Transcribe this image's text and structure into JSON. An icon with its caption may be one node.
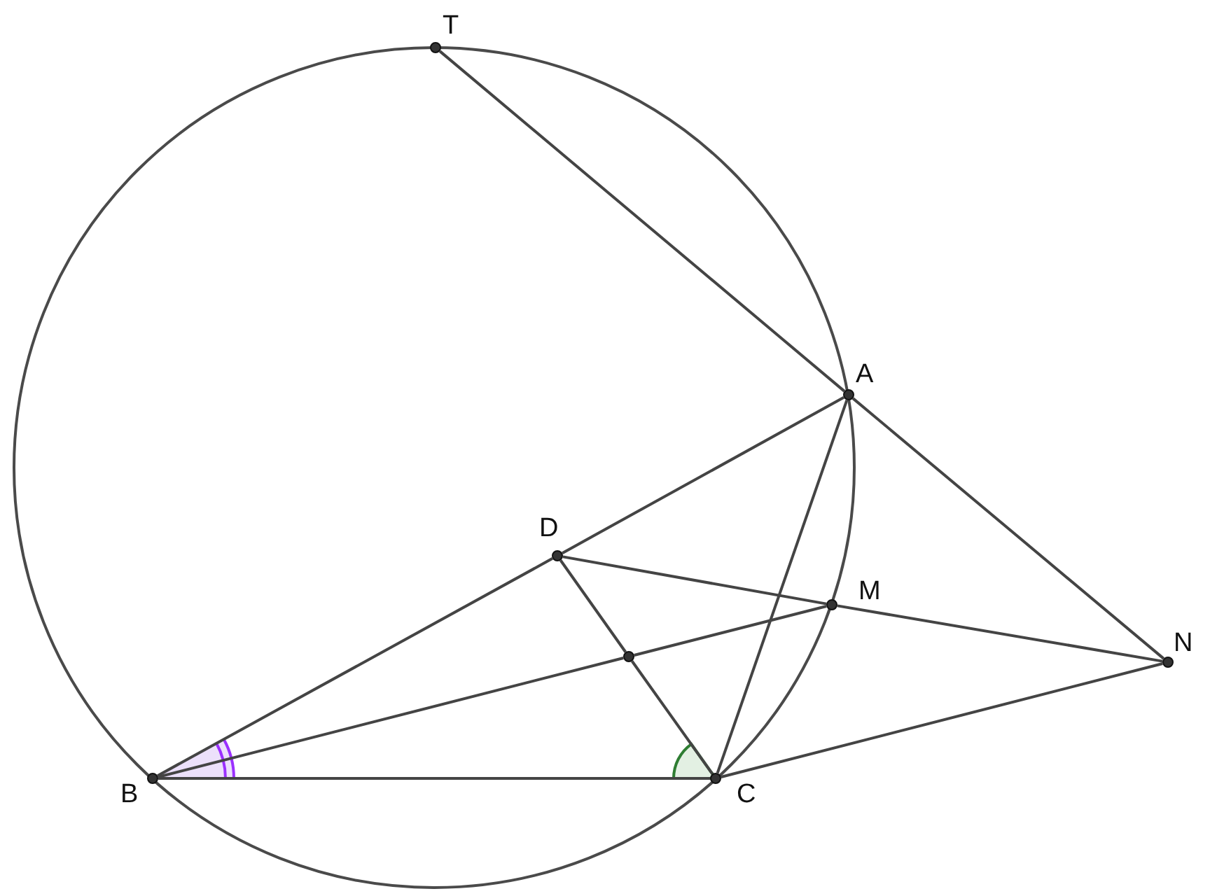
{
  "diagram": {
    "nodes": [
      {
        "text": [
          "T"
        ]
      },
      {
        "text": [
          "A"
        ]
      },
      {
        "text": [
          "D"
        ]
      },
      {
        "text": [
          "M"
        ]
      },
      {
        "text": [
          "N"
        ]
      },
      {
        "text": [],
        "shape": "circle"
      },
      {
        "text": [
          "B"
        ]
      },
      {
        "text": [
          "C"
        ]
      }
    ],
    "edges": [
      {
        "from": 0,
        "to": 1,
        "arrow": "none"
      },
      {
        "from": 1,
        "to": 4,
        "arrow": "none"
      },
      {
        "from": 6,
        "to": 2,
        "arrow": "none"
      },
      {
        "from": 2,
        "to": 1,
        "arrow": "none"
      },
      {
        "from": 1,
        "to": 7,
        "arrow": "none"
      },
      {
        "from": 2,
        "to": 3,
        "arrow": "none"
      },
      {
        "from": 3,
        "to": 4,
        "arrow": "none"
      },
      {
        "from": 2,
        "to": 5,
        "arrow": "none"
      },
      {
        "from": 5,
        "to": 7,
        "arrow": "none"
      },
      {
        "from": 6,
        "to": 5,
        "arrow": "none"
      },
      {
        "from": 5,
        "to": 3,
        "arrow": "none"
      },
      {
        "from": 6,
        "to": 7,
        "arrow": "none"
      },
      {
        "from": 7,
        "to": 4,
        "arrow": "none"
      }
    ]
  }
}
